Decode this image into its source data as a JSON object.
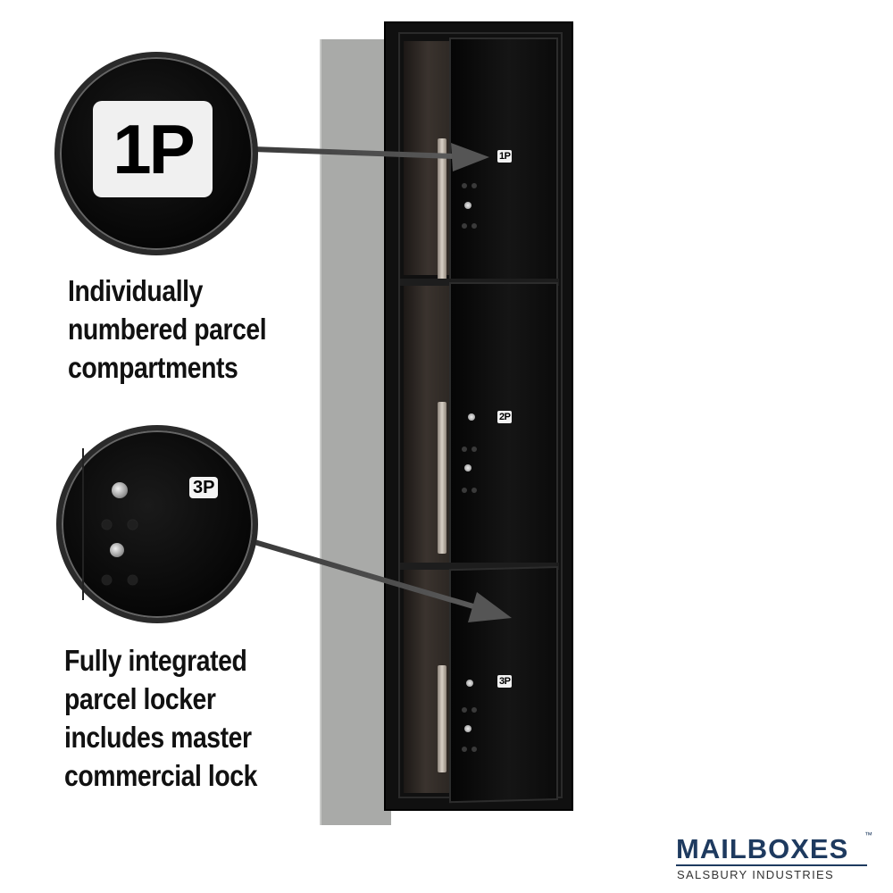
{
  "callout_top": {
    "label": "1P",
    "caption_lines": [
      "Individually",
      "numbered parcel",
      "compartments"
    ]
  },
  "callout_bottom": {
    "label": "3P",
    "caption_lines": [
      "Fully integrated",
      "parcel locker",
      "includes master",
      "commercial lock"
    ]
  },
  "doors": [
    {
      "label": "1P"
    },
    {
      "label": "2P"
    },
    {
      "label": "3P"
    }
  ],
  "logo": {
    "brand": "MAILBOXES",
    "trademark": "™",
    "tagline": "SALSBURY INDUSTRIES"
  },
  "colors": {
    "locker_finish": "#101010",
    "wall_housing": "#a9aaa8",
    "logo": "#1e3a5f"
  }
}
